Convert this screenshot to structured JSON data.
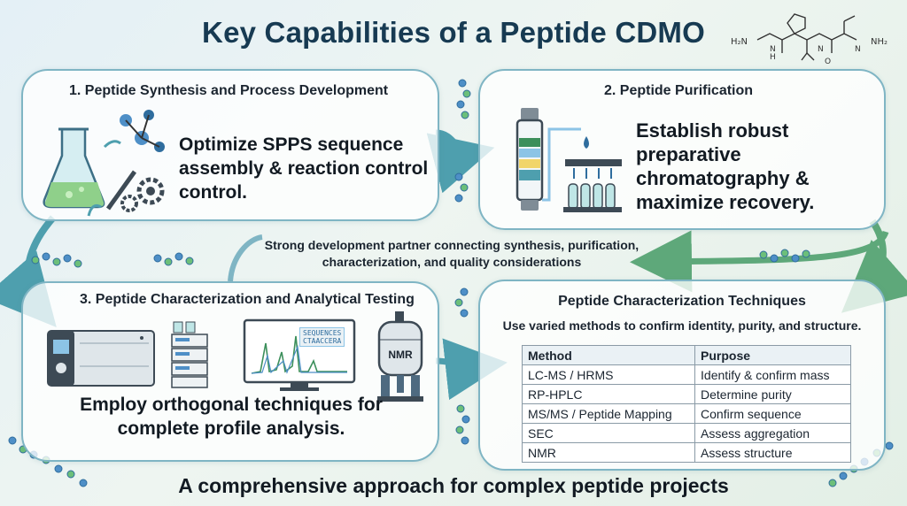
{
  "title": "Key Capabilities of a Peptide CDMO",
  "panels": {
    "synthesis": {
      "title": "1. Peptide Synthesis and Process Development",
      "body": "Optimize SPPS sequence assembly & reaction control control."
    },
    "purification": {
      "title": "2. Peptide Purification",
      "body": "Establish robust preparative chromatography & maximize recovery."
    },
    "characterization": {
      "title": "3. Peptide Characterization and Analytical Testing",
      "body": "Employ orthogonal techniques for complete profile analysis.",
      "screen_text": [
        "SEQUENCES",
        "CTAACCERA"
      ],
      "nmr_label": "NMR"
    },
    "techniques": {
      "title": "Peptide Characterization Techniques",
      "subtitle": "Use varied methods to confirm identity, purity, and structure.",
      "columns": [
        "Method",
        "Purpose"
      ],
      "rows": [
        [
          "LC-MS / HRMS",
          "Identify & confirm mass"
        ],
        [
          "RP-HPLC",
          "Determine purity"
        ],
        [
          "MS/MS / Peptide Mapping",
          "Confirm sequence"
        ],
        [
          "SEC",
          "Assess aggregation"
        ],
        [
          "NMR",
          "Assess structure"
        ]
      ]
    }
  },
  "connector": "Strong development partner connecting synthesis, purification, characterization, and quality considerations",
  "footer": "A comprehensive approach for complex peptide projects",
  "molecule_labels": [
    "H₂N",
    "N",
    "H",
    "N",
    "O",
    "N",
    "NH₂"
  ],
  "colors": {
    "title": "#173a52",
    "panel_border": "#7fb5c4",
    "arrow_teal": "#4e9fae",
    "arrow_green": "#5ea87a",
    "bead_blue": "#4e8fc7",
    "bead_green": "#6cbf7a"
  }
}
